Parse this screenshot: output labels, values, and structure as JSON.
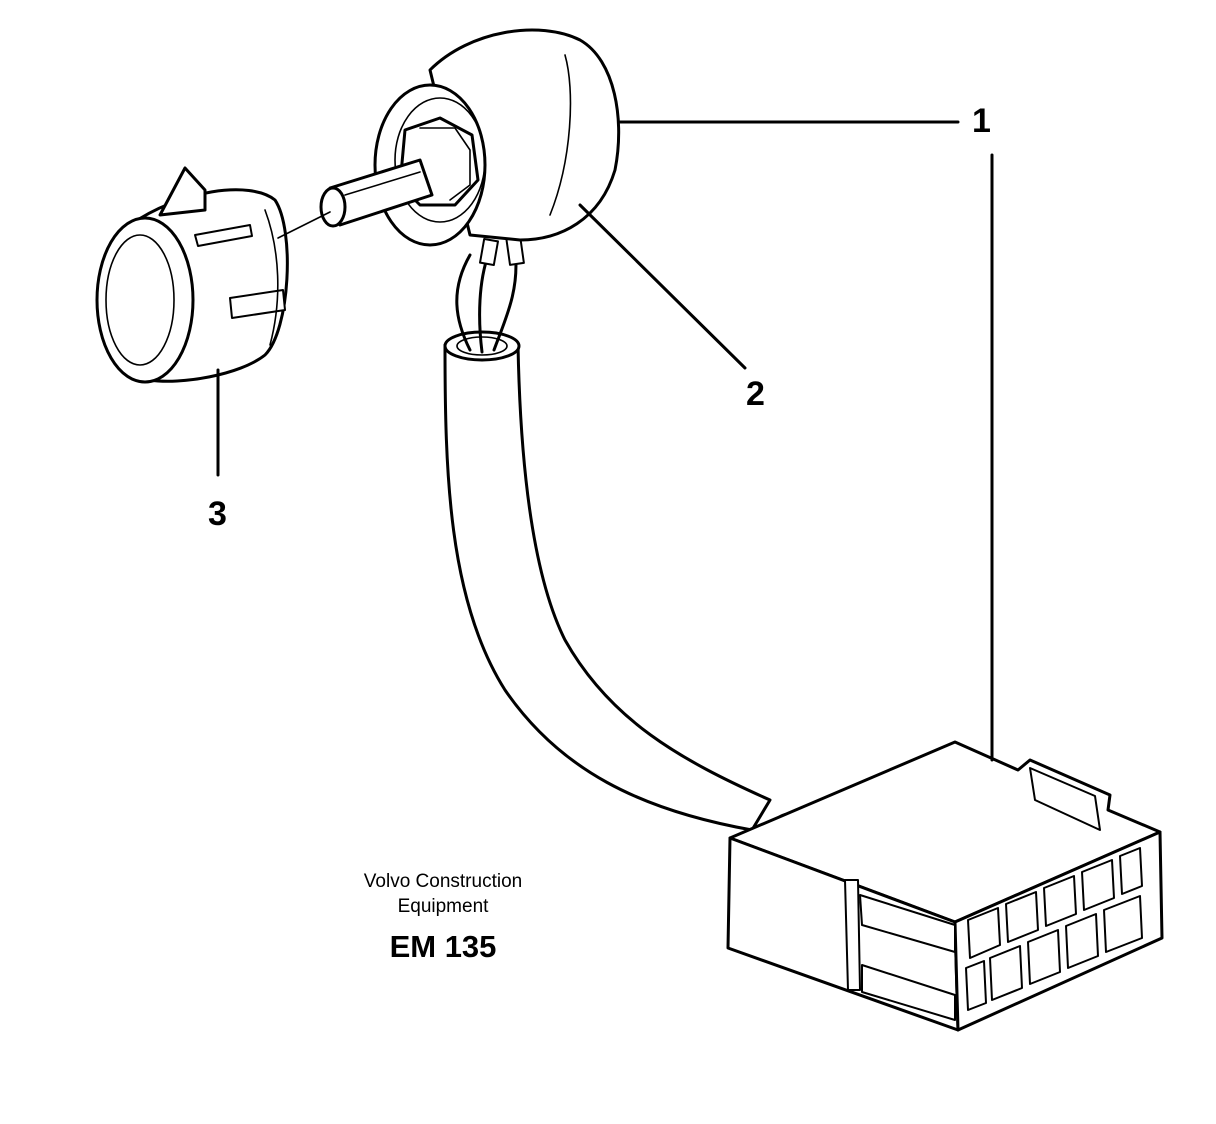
{
  "callouts": [
    {
      "id": "1"
    },
    {
      "id": "2"
    },
    {
      "id": "3"
    }
  ],
  "caption": {
    "line1": "Volvo Construction",
    "line2": "Equipment",
    "code": "EM 135"
  }
}
